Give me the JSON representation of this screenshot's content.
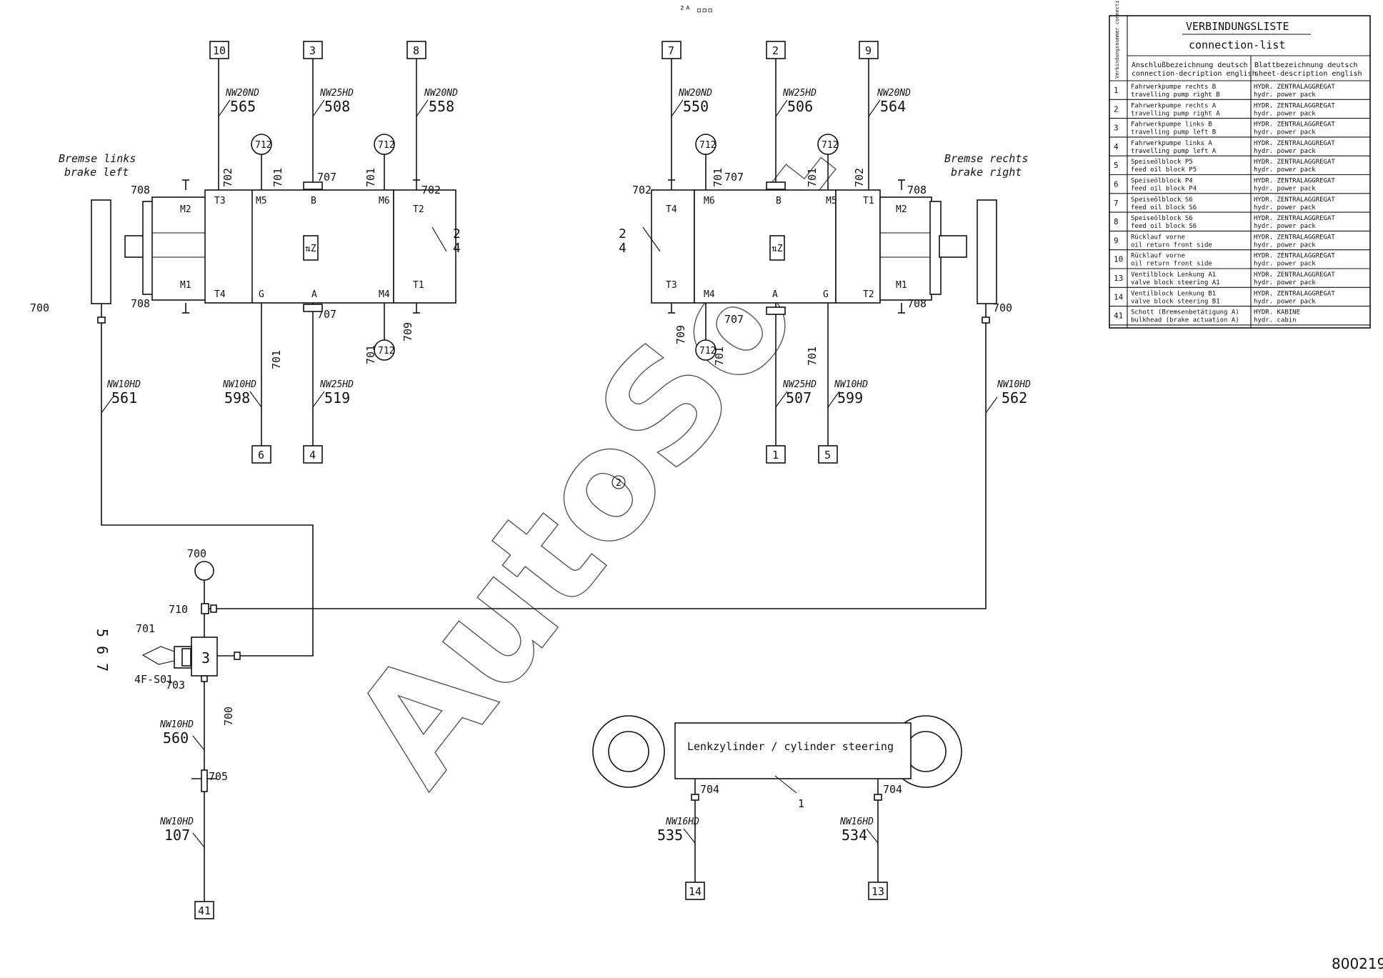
{
  "header_small": "²ᴬ ▫▫▫",
  "drawing_number": "800219",
  "watermark": "AutoSoft",
  "callout_2": "2",
  "left_unit": {
    "brake_de": "Bremse links",
    "brake_en": "brake left",
    "side_label": "2",
    "side_label_b": "4",
    "ports": {
      "m2": "M2",
      "m1": "M1",
      "t3": "T3",
      "t4": "T4",
      "m5": "M5",
      "b": "B",
      "m6": "M6",
      "t2": "T2",
      "t1": "T1",
      "g": "G",
      "a": "A",
      "m4": "M4"
    },
    "center_icon": "⇅Z"
  },
  "right_unit": {
    "brake_de": "Bremse rechts",
    "brake_en": "brake right",
    "side_label": "2",
    "side_label_b": "4",
    "ports": {
      "t4": "T4",
      "t3": "T3",
      "m6": "M6",
      "b": "B",
      "m5": "M5",
      "t1": "T1",
      "m2": "M2",
      "m1": "M1",
      "t2": "T2",
      "m4": "M4",
      "a": "A",
      "g": "G"
    },
    "center_icon": "⇅Z"
  },
  "terminals": {
    "t10": "10",
    "t3": "3",
    "t8": "8",
    "t7": "7",
    "t2": "2",
    "t9": "9",
    "t6": "6",
    "t4": "4",
    "t1": "1",
    "t5": "5",
    "t41": "41",
    "t14": "14",
    "t13": "13"
  },
  "hose_types": {
    "h565": "NW20ND",
    "h508": "NW25HD",
    "h558": "NW20ND",
    "h550": "NW20ND",
    "h506": "NW25HD",
    "h564": "NW20ND",
    "h561": "NW10HD",
    "h598": "NW10HD",
    "h519": "NW25HD",
    "h507": "NW25HD",
    "h599": "NW10HD",
    "h562": "NW10HD",
    "h560": "NW10HD",
    "h107": "NW10HD",
    "h535": "NW16HD",
    "h534": "NW16HD"
  },
  "hose_numbers": {
    "h565": "565",
    "h508": "508",
    "h558": "558",
    "h550": "550",
    "h506": "506",
    "h564": "564",
    "h561": "561",
    "h598": "598",
    "h519": "519",
    "h507": "507",
    "h599": "599",
    "h562": "562",
    "h560": "560",
    "h107": "107",
    "h535": "535",
    "h534": "534"
  },
  "fitting_labels": {
    "f700": "700",
    "f701": "701",
    "f702": "702",
    "f703": "703",
    "f704": "704",
    "f705": "705",
    "f707": "707",
    "f708": "708",
    "f709": "709",
    "f710": "710",
    "f712": "712"
  },
  "valve": {
    "code": "4F-S01",
    "digits": "5 6 7",
    "mark": "3"
  },
  "cylinder": {
    "label": "Lenkzylinder / cylinder steering",
    "pointer": "1"
  },
  "connection_list": {
    "title_de": "VERBINDUNGSLISTE",
    "title_en": "connection-list",
    "col0": "Verbindungsnummer connection number",
    "col1_de": "Anschlußbezeichnung deutsch",
    "col1_en": "connection-decription english",
    "col2_de": "Blattbezeichnung deutsch",
    "col2_en": "sheet-description english",
    "rows": [
      {
        "n": "1",
        "a1": "Fahrwerkpumpe rechts B",
        "a2": "travelling pump right B",
        "b1": "HYDR. ZENTRALAGGREGAT",
        "b2": "hydr. power pack"
      },
      {
        "n": "2",
        "a1": "Fahrwerkpumpe rechts A",
        "a2": "travelling pump right A",
        "b1": "HYDR. ZENTRALAGGREGAT",
        "b2": "hydr. power pack"
      },
      {
        "n": "3",
        "a1": "Fahrwerkpumpe links B",
        "a2": "travelling pump left B",
        "b1": "HYDR. ZENTRALAGGREGAT",
        "b2": "hydr. power pack"
      },
      {
        "n": "4",
        "a1": "Fahrwerkpumpe links A",
        "a2": "travelling pump left A",
        "b1": "HYDR. ZENTRALAGGREGAT",
        "b2": "hydr. power pack"
      },
      {
        "n": "5",
        "a1": "Speiseölblock P5",
        "a2": "feed oil block P5",
        "b1": "HYDR. ZENTRALAGGREGAT",
        "b2": "hydr. power pack"
      },
      {
        "n": "6",
        "a1": "Speiseölblock P4",
        "a2": "feed oil block P4",
        "b1": "HYDR. ZENTRALAGGREGAT",
        "b2": "hydr. power pack"
      },
      {
        "n": "7",
        "a1": "Speiseölblock S6",
        "a2": "feed oil block S6",
        "b1": "HYDR. ZENTRALAGGREGAT",
        "b2": "hydr. power pack"
      },
      {
        "n": "8",
        "a1": "Speiseölblock S6",
        "a2": "feed oil block S6",
        "b1": "HYDR. ZENTRALAGGREGAT",
        "b2": "hydr. power pack"
      },
      {
        "n": "9",
        "a1": "Rücklauf vorne",
        "a2": "oil return front side",
        "b1": "HYDR. ZENTRALAGGREGAT",
        "b2": "hydr. power pack"
      },
      {
        "n": "10",
        "a1": "Rücklauf vorne",
        "a2": "oil return front side",
        "b1": "HYDR. ZENTRALAGGREGAT",
        "b2": "hydr. power pack"
      },
      {
        "n": "13",
        "a1": "Ventilblock Lenkung A1",
        "a2": "valve block steering A1",
        "b1": "HYDR. ZENTRALAGGREGAT",
        "b2": "hydr. power pack"
      },
      {
        "n": "14",
        "a1": "Ventilblock Lenkung B1",
        "a2": "valve block steering B1",
        "b1": "HYDR. ZENTRALAGGREGAT",
        "b2": "hydr. power pack"
      },
      {
        "n": "41",
        "a1": "Schott (Bremsenbetätigung A)",
        "a2": "bulkhead (brake actuation A)",
        "b1": "HYDR. KABINE",
        "b2": "hydr. cabin"
      }
    ]
  }
}
